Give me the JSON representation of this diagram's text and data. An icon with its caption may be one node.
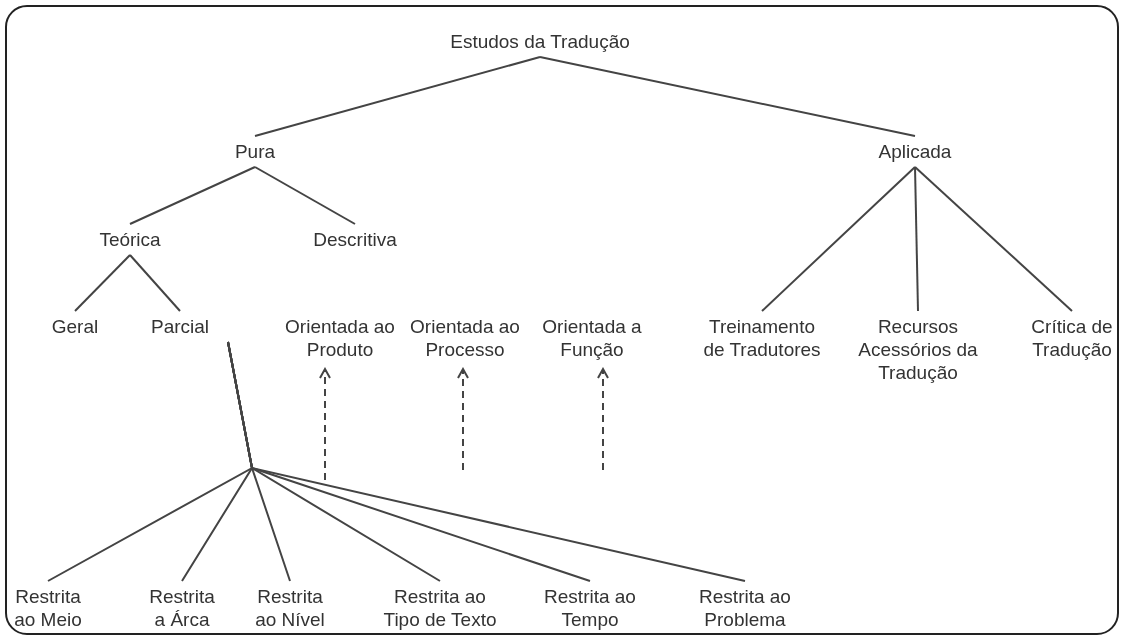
{
  "diagram": {
    "nodes": [
      {
        "text": [
          "Estudos da Tradução"
        ]
      },
      {
        "text": [
          "Pura"
        ]
      },
      {
        "text": [
          "Aplicada"
        ]
      },
      {
        "text": [
          "Teórica"
        ]
      },
      {
        "text": [
          "Descritiva"
        ]
      },
      {
        "text": [
          "Geral"
        ]
      },
      {
        "text": [
          "Parcial"
        ]
      },
      {
        "text": [
          "Orientada ao Produto"
        ]
      },
      {
        "text": [
          "Orientada ao Processo"
        ]
      },
      {
        "text": [
          "Orientada a Função"
        ]
      },
      {
        "text": [
          "Treinamento de Tradutores"
        ]
      },
      {
        "text": [
          "Recursos Acessórios da Tradução"
        ]
      },
      {
        "text": [
          "Crítica de Tradução"
        ]
      },
      {
        "text": [
          "Restrita ao Meio"
        ]
      },
      {
        "text": [
          "Restrita a Árca"
        ]
      },
      {
        "text": [
          "Restrita ao Nível"
        ]
      },
      {
        "text": [
          "Restrita ao Tipo de Texto"
        ]
      },
      {
        "text": [
          "Restrita ao Tempo"
        ]
      },
      {
        "text": [
          "Restrita ao Problema"
        ]
      }
    ],
    "edges": [
      {
        "from": 0,
        "to": 1,
        "arrow": "none"
      },
      {
        "from": 0,
        "to": 2,
        "arrow": "none"
      },
      {
        "from": 1,
        "to": 3,
        "arrow": "none"
      },
      {
        "from": 1,
        "to": 4,
        "arrow": "none"
      },
      {
        "from": 2,
        "to": 10,
        "arrow": "none"
      },
      {
        "from": 2,
        "to": 11,
        "arrow": "none"
      },
      {
        "from": 2,
        "to": 12,
        "arrow": "none"
      },
      {
        "from": 3,
        "to": 5,
        "arrow": "none"
      },
      {
        "from": 3,
        "to": 6,
        "arrow": "none"
      },
      {
        "from": 6,
        "to": 13,
        "arrow": "none"
      },
      {
        "from": 6,
        "to": 14,
        "arrow": "none"
      },
      {
        "from": 6,
        "to": 15,
        "arrow": "none"
      },
      {
        "from": 6,
        "to": 16,
        "arrow": "none"
      },
      {
        "from": 6,
        "to": 17,
        "arrow": "none"
      },
      {
        "from": 6,
        "to": 18,
        "arrow": "none"
      },
      {
        "from": null,
        "to": 7,
        "arrow": "to",
        "style": "dashed"
      },
      {
        "from": null,
        "to": 8,
        "arrow": "to",
        "style": "dashed"
      },
      {
        "from": null,
        "to": 9,
        "arrow": "to",
        "style": "dashed"
      }
    ]
  }
}
